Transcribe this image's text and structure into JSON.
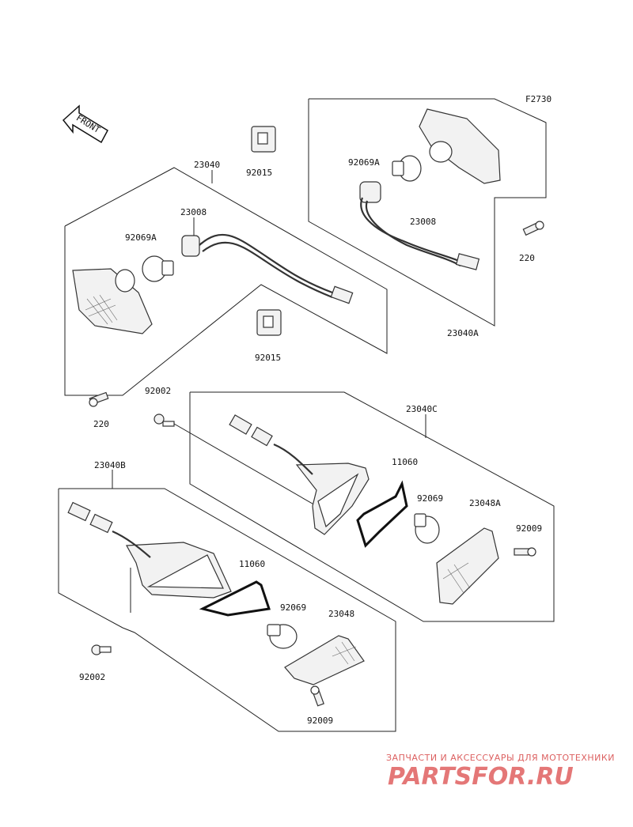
{
  "figure_code": "F2730",
  "front_label": "FRONT",
  "labels": {
    "rear_left_assembly": "23040",
    "rear_right_assembly": "23040A",
    "front_left_assembly": "23040B",
    "front_right_assembly": "23040C",
    "socket_left": "23008",
    "socket_right": "23008",
    "bulb_rear_left": "92069A",
    "bulb_rear_right": "92069A",
    "clip_top": "92015",
    "clip_bottom": "92015",
    "screw_220_left": "220",
    "screw_220_right": "220",
    "bolt_92002_top": "92002",
    "bolt_92002_bottom": "92002",
    "seal_right": "11060",
    "seal_left": "11060",
    "bulb_front_right": "92069",
    "bulb_front_left": "92069",
    "lens_right": "23048A",
    "lens_left": "23048",
    "screw_92009_right": "92009",
    "screw_92009_left": "92009"
  },
  "watermark": {
    "line1": "ЗАПЧАСТИ И АКСЕССУАРЫ ДЛЯ МОТОТЕХНИКИ",
    "line2": "PARTSFOR.RU"
  }
}
